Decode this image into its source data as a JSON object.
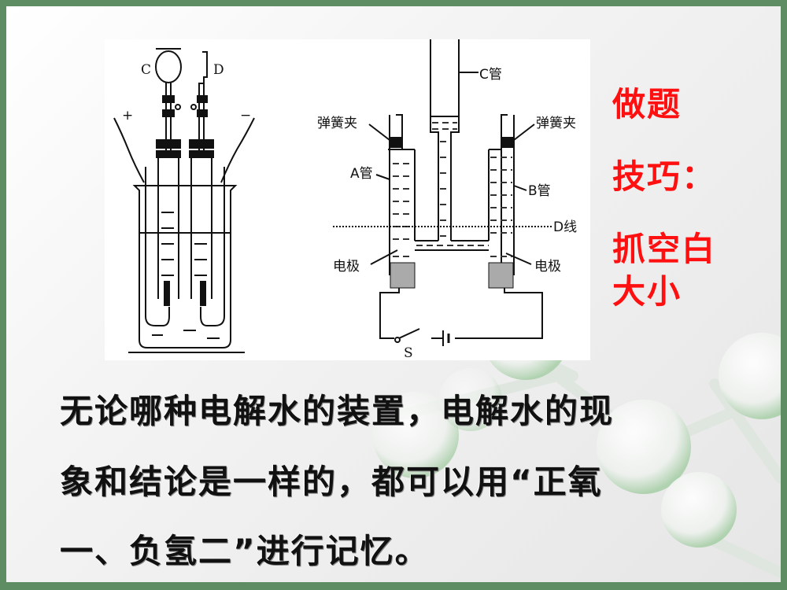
{
  "slide": {
    "border_color": "#5e8c63",
    "background": "light gray gradient with faint green molecule decoration"
  },
  "figure_left": {
    "title": "beaker electrolysis apparatus",
    "labels": {
      "c": "C",
      "d": "D",
      "plus": "+",
      "minus": "−"
    }
  },
  "figure_right": {
    "title": "U-tube electrolysis apparatus",
    "labels": {
      "c_tube": "C管",
      "spring_clip_left": "弹簧夹",
      "spring_clip_right": "弹簧夹",
      "a_tube": "A管",
      "b_tube": "B管",
      "d_line": "D线",
      "electrode_left": "电极",
      "electrode_right": "电极",
      "switch": "S"
    }
  },
  "tip": {
    "color": "#ff1010",
    "line1": "做题",
    "line2": "技巧：",
    "line3": "抓空白",
    "line4": "大小"
  },
  "body": {
    "line1": "无论哪种电解水的装置，电解水的现",
    "line2": "象和结论是一样的，都可以用“正氧",
    "line3": "一、负氢二”进行记忆。"
  }
}
